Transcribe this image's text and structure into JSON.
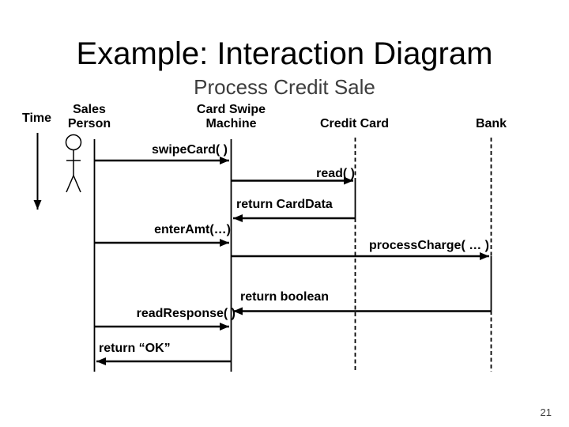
{
  "slide": {
    "title": "Example: Interaction Diagram",
    "subtitle": "Process Credit Sale",
    "page_number": "21"
  },
  "diagram": {
    "type": "uml-sequence-diagram",
    "time_label": "Time",
    "actors": [
      {
        "name": "Sales Person",
        "label_lines": [
          "Sales",
          "Person"
        ],
        "lifeline": "solid",
        "icon": "stick-figure"
      },
      {
        "name": "Card Swipe Machine",
        "label_lines": [
          "Card Swipe",
          "Machine"
        ],
        "lifeline": "solid"
      },
      {
        "name": "Credit Card",
        "label_lines": [
          "Credit Card"
        ],
        "lifeline": "dashed"
      },
      {
        "name": "Bank",
        "label_lines": [
          "Bank"
        ],
        "lifeline": "dashed"
      }
    ],
    "messages": [
      {
        "label": "swipeCard( )",
        "from": "Sales Person",
        "to": "Card Swipe Machine",
        "direction": "right"
      },
      {
        "label": "read( )",
        "from": "Card Swipe Machine",
        "to": "Credit Card",
        "direction": "right"
      },
      {
        "label": "return CardData",
        "from": "Credit Card",
        "to": "Card Swipe Machine",
        "direction": "left"
      },
      {
        "label": "enterAmt(…)",
        "from": "Sales Person",
        "to": "Card Swipe Machine",
        "direction": "right"
      },
      {
        "label": "processCharge( … )",
        "from": "Card Swipe Machine",
        "to": "Bank",
        "direction": "right"
      },
      {
        "label": "return boolean",
        "from": "Bank",
        "to": "Card Swipe Machine",
        "direction": "left"
      },
      {
        "label": "readResponse( )",
        "from": "Sales Person",
        "to": "Card Swipe Machine",
        "direction": "right"
      },
      {
        "label": "return “OK”",
        "from": "Card Swipe Machine",
        "to": "Sales Person",
        "direction": "left"
      }
    ],
    "colors": {
      "background": "#ffffff",
      "line": "#000000",
      "text": "#000000",
      "subtitle_text": "#3d3d3d"
    }
  }
}
